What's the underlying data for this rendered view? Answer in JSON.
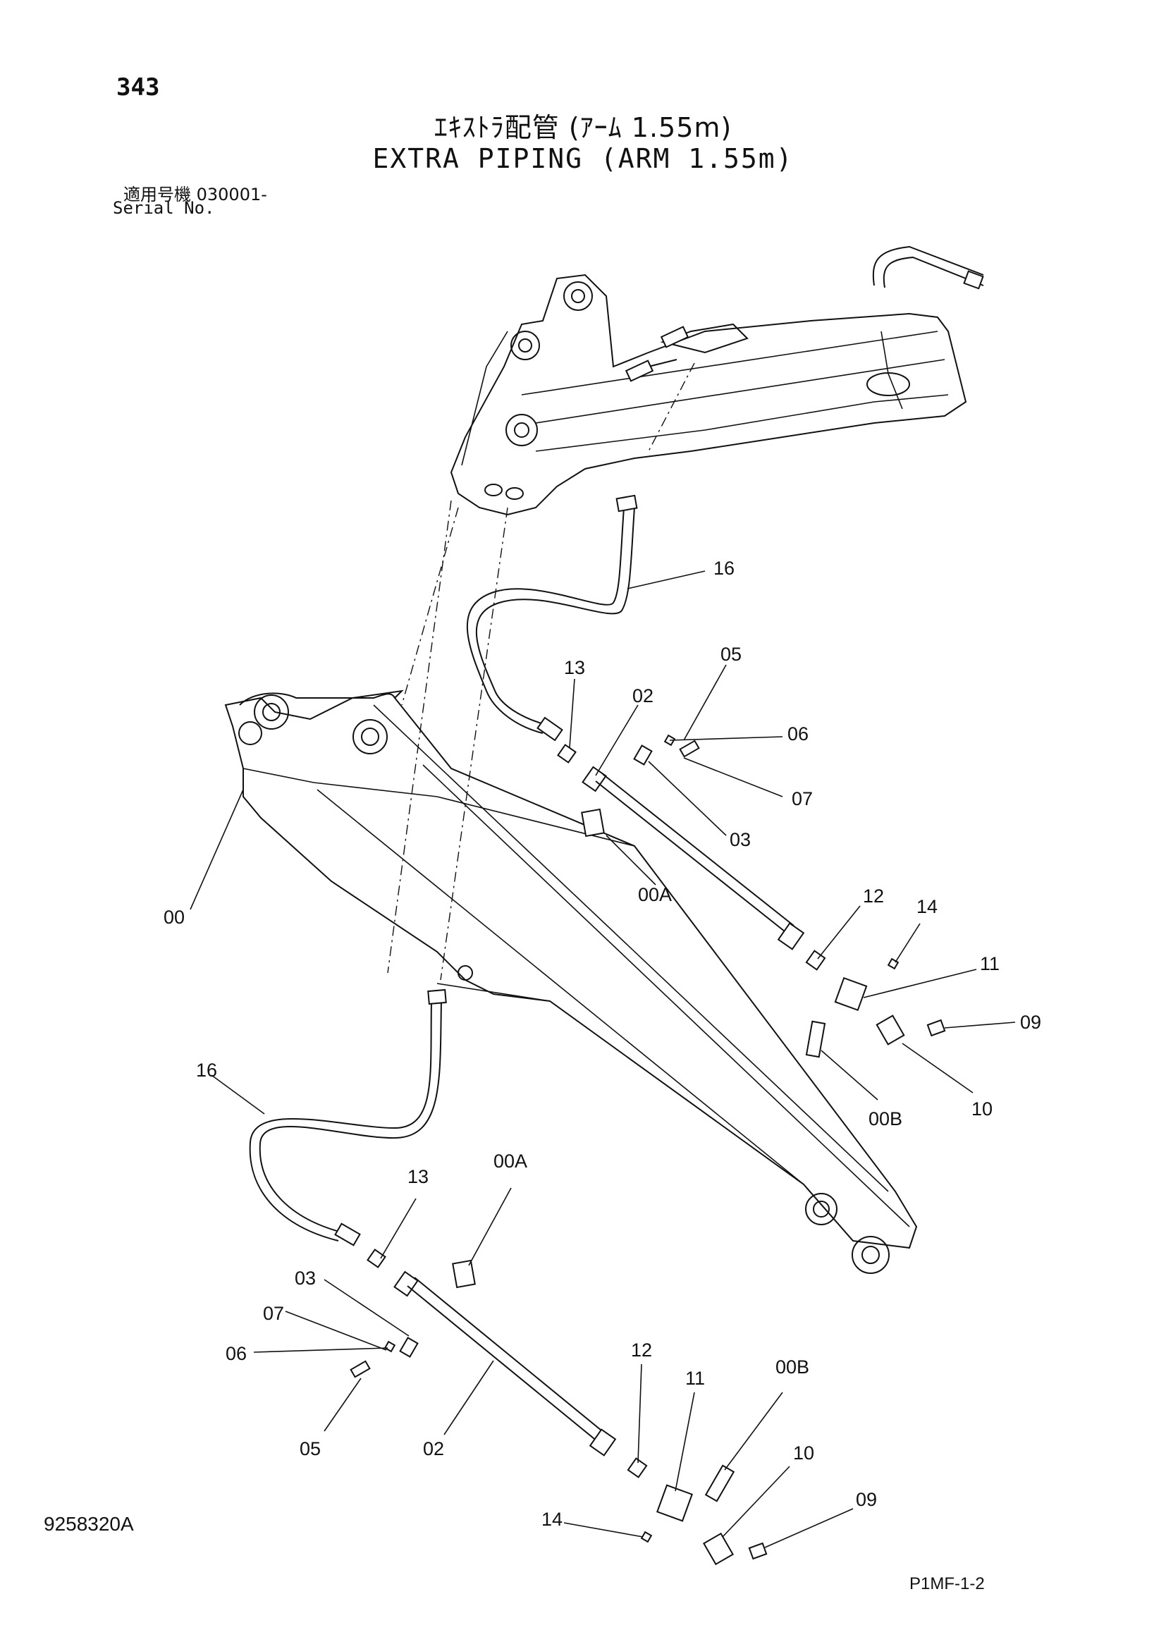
{
  "header": {
    "page_number": "343",
    "title_jp": "ｴｷｽﾄﾗ配管 (ｱｰﾑ 1.55m)",
    "title_en": "EXTRA PIPING (ARM 1.55m)",
    "serial_label_jp": "適用号機  030001-",
    "serial_label_en": "Serial No."
  },
  "footer": {
    "drawing_number": "9258320A",
    "sheet_ref": "P1MF-1-2"
  },
  "callouts": {
    "c16_upper": "16",
    "c13_upper": "13",
    "c02_upper": "02",
    "c05_upper": "05",
    "c06_upper": "06",
    "c07_upper": "07",
    "c03_upper": "03",
    "c00A_upper": "00A",
    "c00": "00",
    "c12_upper": "12",
    "c14_upper": "14",
    "c11_upper": "11",
    "c09_upper": "09",
    "c10_upper": "10",
    "c00B_upper": "00B",
    "c16_lower": "16",
    "c13_lower": "13",
    "c00A_lower": "00A",
    "c03_lower": "03",
    "c07_lower": "07",
    "c06_lower": "06",
    "c05_lower": "05",
    "c02_lower": "02",
    "c12_lower": "12",
    "c11_lower": "11",
    "c00B_lower": "00B",
    "c10_lower": "10",
    "c09_lower": "09",
    "c14_lower": "14"
  }
}
